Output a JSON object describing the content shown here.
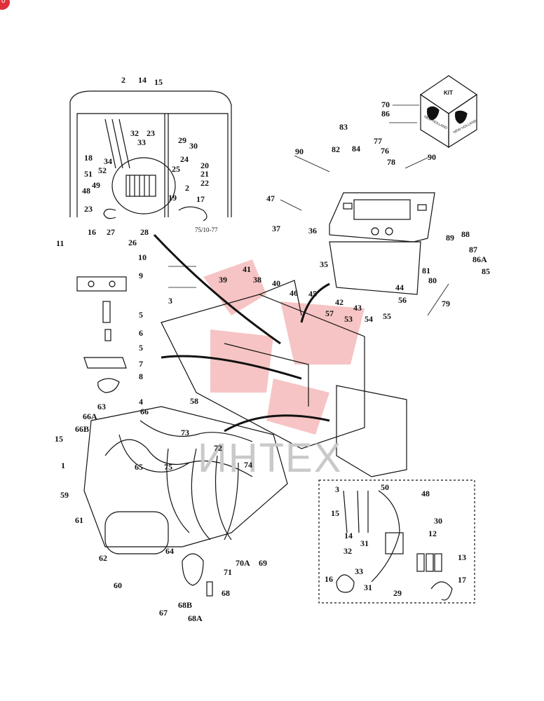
{
  "badge": {
    "text": "0",
    "color": "#e0303a"
  },
  "watermark": {
    "text": "ИНТЕХ",
    "color": "#c9c9c9",
    "logo_color": "#e85a5a"
  },
  "kit": {
    "title": "KIT",
    "brand": "NEW HOLLAND"
  },
  "drawing_code": "75/10-77",
  "callouts": {
    "c2a": "2",
    "c14": "14",
    "c15a": "15",
    "c32a": "32",
    "c23a": "23",
    "c33": "33",
    "c29a": "29",
    "c30a": "30",
    "c18": "18",
    "c34": "34",
    "c24": "24",
    "c52": "52",
    "c51": "51",
    "c25": "25",
    "c20": "20",
    "c21": "21",
    "c22": "22",
    "c49": "49",
    "c2b": "2",
    "c48a": "48",
    "c19": "19",
    "c17a": "17",
    "c23b": "23",
    "c16a": "16",
    "c27": "27",
    "c28": "28",
    "c26": "26",
    "c70": "70",
    "c86": "86",
    "c83": "83",
    "c77": "77",
    "c82": "82",
    "c84": "84",
    "c76": "76",
    "c90a": "90",
    "c78": "78",
    "c90b": "90",
    "c47": "47",
    "c89": "89",
    "c88": "88",
    "c37": "37",
    "c36": "36",
    "c11": "11",
    "c10": "10",
    "c9": "9",
    "c3a": "3",
    "c39": "39",
    "c41": "41",
    "c38": "38",
    "c40": "40",
    "c35": "35",
    "c46": "46",
    "c45": "45",
    "c87": "87",
    "c86a": "86A",
    "c85": "85",
    "c81": "81",
    "c44": "44",
    "c80": "80",
    "c56": "56",
    "c79": "79",
    "c57": "57",
    "c42": "42",
    "c43": "43",
    "c53": "53",
    "c54": "54",
    "c55": "55",
    "c5a": "5",
    "c6": "6",
    "c5b": "5",
    "c7": "7",
    "c8": "8",
    "c4": "4",
    "c58": "58",
    "c63": "63",
    "c66a": "66A",
    "c66": "66",
    "c66b": "66B",
    "c73": "73",
    "c15b": "15",
    "c72": "72",
    "c65": "65",
    "c75": "75",
    "c74": "74",
    "c1": "1",
    "c59": "59",
    "c61": "61",
    "c62": "62",
    "c64": "64",
    "c60": "60",
    "c69": "69",
    "c70a": "70A",
    "c71": "71",
    "c68": "68",
    "c67": "67",
    "c68b": "68B",
    "c68a2": "68A",
    "c3b": "3",
    "c50": "50",
    "c48b": "48",
    "c15c": "15",
    "c30b": "30",
    "c12": "12",
    "c14b": "14",
    "c31a": "31",
    "c32b": "32",
    "c13": "13",
    "c33b": "33",
    "c16b": "16",
    "c31b": "31",
    "c29b": "29",
    "c17b": "17"
  }
}
